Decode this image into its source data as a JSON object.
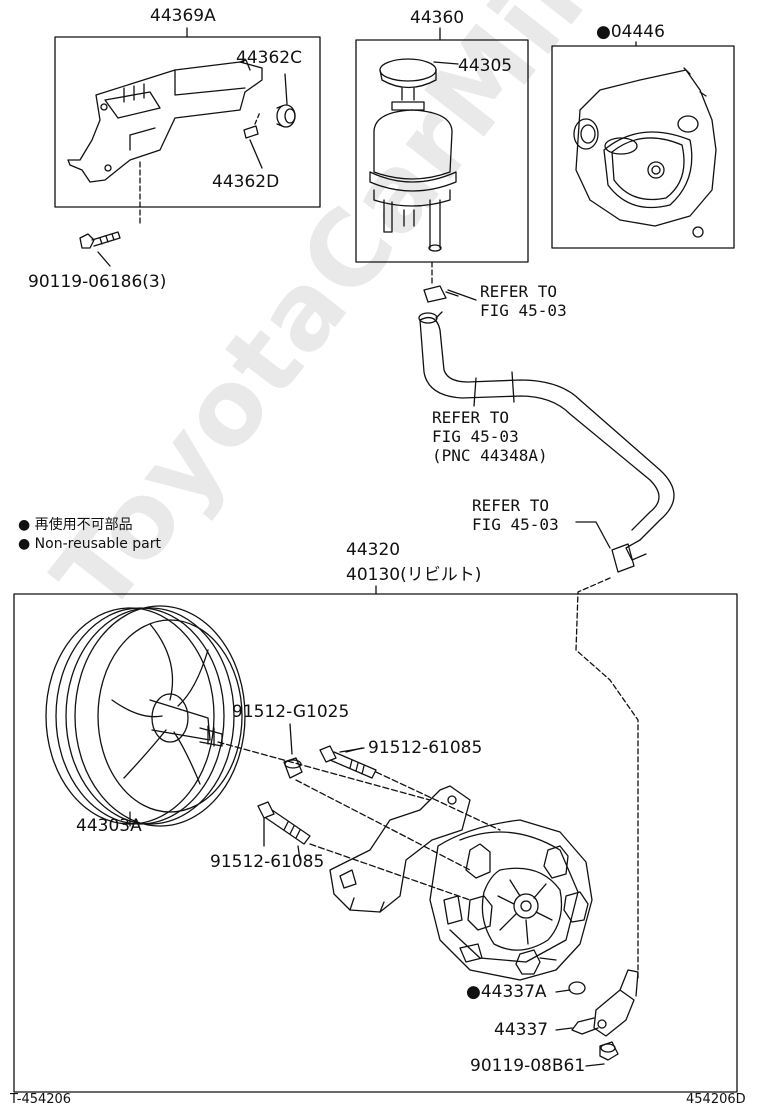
{
  "labels": {
    "bracket_group": "44369A",
    "bracket_nut": "44362C",
    "bracket_collar": "44362D",
    "bracket_bolt": "90119-06186(3)",
    "reservoir_group": "44360",
    "reservoir_cap": "44305",
    "gasket_kit": "●04446",
    "refer1_line1": "REFER TO",
    "refer1_line2": "FIG 45-03",
    "refer2_line1": "REFER TO",
    "refer2_line2": "FIG 45-03",
    "refer2_line3": "(PNC 44348A)",
    "refer3_line1": "REFER TO",
    "refer3_line2": "FIG 45-03",
    "legend_jp": "● 再使用不可部品",
    "legend_en": "● Non-reusable part",
    "pump_assy": "44320",
    "pump_rebuilt": "40130(リビルト)",
    "pulley": "44303A",
    "bolt_g1025": "91512-G1025",
    "bolt_61085_a": "91512-61085",
    "bolt_61085_b": "91512-61085",
    "oring": "●44337A",
    "union": "44337",
    "union_bolt": "90119-08B61"
  },
  "footer": {
    "left_code": "T-454206",
    "right_code": "454206D"
  },
  "watermark": "ToyotaCarMine.ru"
}
